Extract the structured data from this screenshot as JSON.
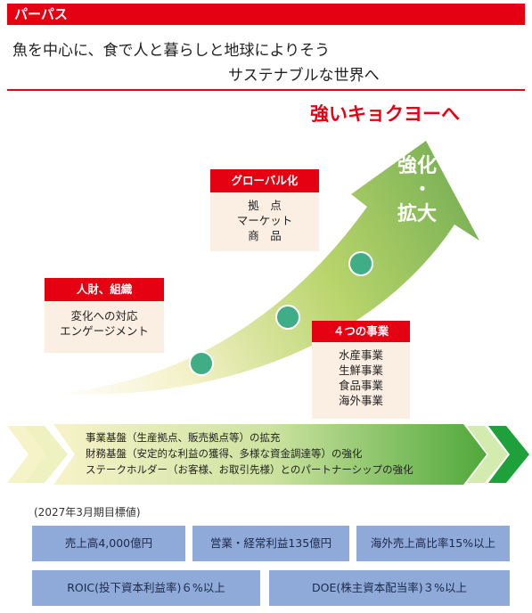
{
  "header": {
    "purpose_label": "パーパス",
    "tagline_line1": "魚を中心に、食で人と暮らしと地球によりそう",
    "tagline_line2": "サステナブルな世界へ",
    "slogan": "強いキョクヨーへ"
  },
  "arrow": {
    "text_line1": "強化",
    "text_line2": "・",
    "text_line3": "拡大",
    "colors": {
      "start": "#f4f1c8",
      "mid": "#b7d46a",
      "end": "#6aa84f"
    }
  },
  "boxes": {
    "global": {
      "title": "グローバル化",
      "items": [
        "拠　点",
        "マーケット",
        "商　品"
      ]
    },
    "human": {
      "title": "人財、組織",
      "items": [
        "変化への対応",
        "エンゲージメント"
      ]
    },
    "business": {
      "title": "４つの事業",
      "items": [
        "水産事業",
        "生鮮事業",
        "食品事業",
        "海外事業"
      ]
    }
  },
  "foundation": {
    "lines": [
      "事業基盤（生産拠点、販売拠点等）の拡充",
      "財務基盤（安定的な利益の獲得、多様な資金調達等）の強化",
      "ステークホルダー（お客様、お取引先様）とのパートナーシップの強化"
    ]
  },
  "kpis": {
    "caption": "(2027年3月期目標値)",
    "row1": [
      "売上高4,000億円",
      "営業・経常利益135億円",
      "海外売上高比率15%以上"
    ],
    "row2": [
      "ROIC(投下資本利益率)６%以上",
      "DOE(株主資本配当率)３%以上"
    ]
  },
  "colors": {
    "brand_red": "#e50012",
    "box_fill": "#fbeee3",
    "kpi_fill": "#8fa9d8",
    "circle": "#3fae86"
  }
}
